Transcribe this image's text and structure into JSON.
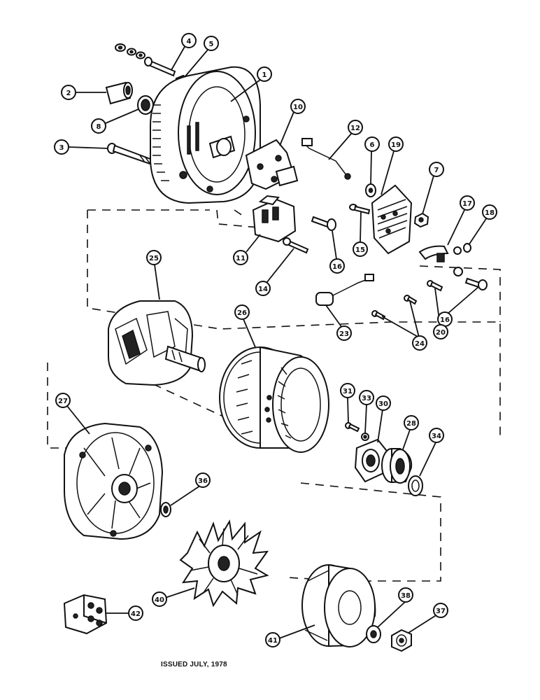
{
  "footer_note": "ISSUED JULY, 1978",
  "callouts": [
    "1",
    "2",
    "3",
    "4",
    "5",
    "6",
    "7",
    "8",
    "10",
    "11",
    "12",
    "14",
    "15",
    "16",
    "16",
    "17",
    "18",
    "19",
    "20",
    "23",
    "24",
    "25",
    "26",
    "27",
    "28",
    "30",
    "31",
    "33",
    "34",
    "36",
    "37",
    "38",
    "40",
    "41",
    "42"
  ]
}
